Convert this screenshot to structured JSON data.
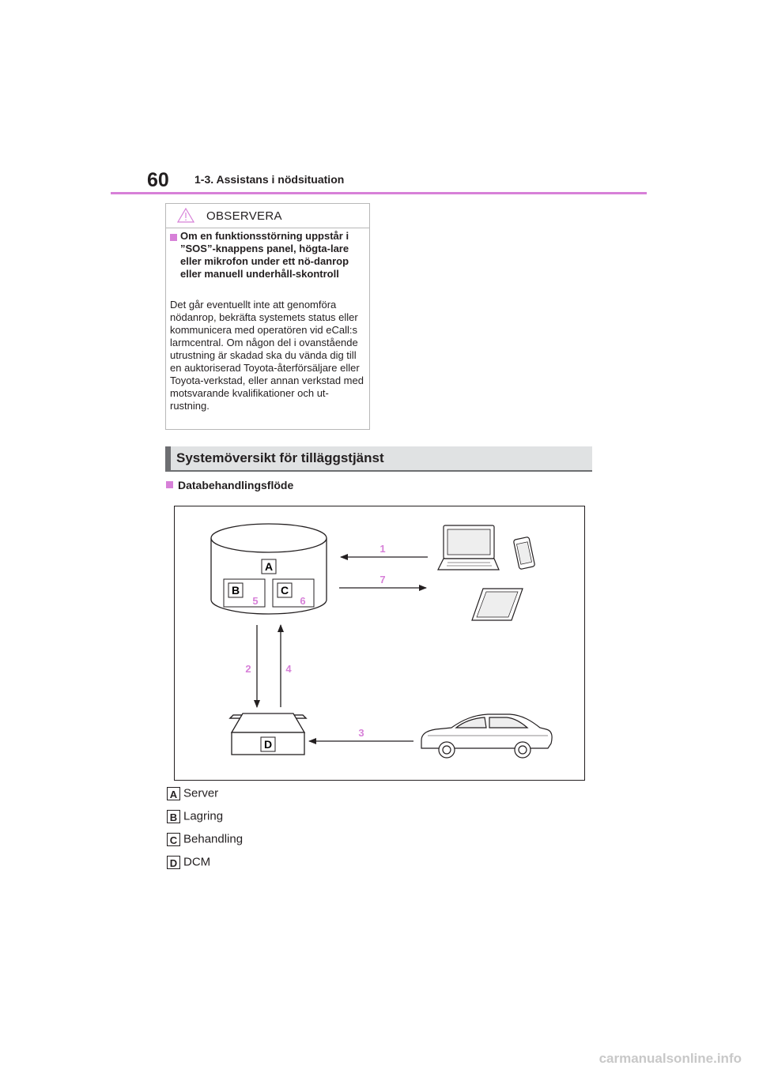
{
  "header": {
    "page_number": "60",
    "section_title": "1-3. Assistans i nödsituation"
  },
  "caution": {
    "label": "OBSERVERA",
    "subheading": "Om en funktionsstörning uppstår i ”SOS”-knappens panel, högta-lare eller mikrofon under ett nö-danrop eller manuell underhåll-skontroll",
    "body": "Det går eventuellt inte att genomföra nödanrop, bekräfta systemets status eller kommunicera med operatören vid eCall:s larmcentral. Om någon del i ovanstående utrustning är skadad ska du vända dig till en auktoriserad Toyota-återförsäljare eller Toyota-verkstad, eller annan verkstad med motsvarande kvalifikationer och ut-rustning."
  },
  "section_heading": "Systemöversikt för tilläggstjänst",
  "subheading": "Databehandlingsflöde",
  "diagram": {
    "box_labels": {
      "a": "A",
      "b": "B",
      "c": "C",
      "d": "D"
    },
    "flow_numbers": {
      "n1": "1",
      "n2": "2",
      "n3": "3",
      "n4": "4",
      "n5": "5",
      "n6": "6",
      "n7": "7"
    },
    "accent_color": "#d780d8"
  },
  "legend": [
    {
      "key": "A",
      "label": "Server"
    },
    {
      "key": "B",
      "label": "Lagring"
    },
    {
      "key": "C",
      "label": "Behandling"
    },
    {
      "key": "D",
      "label": "DCM"
    }
  ],
  "watermark": "carmanualsonline.info"
}
